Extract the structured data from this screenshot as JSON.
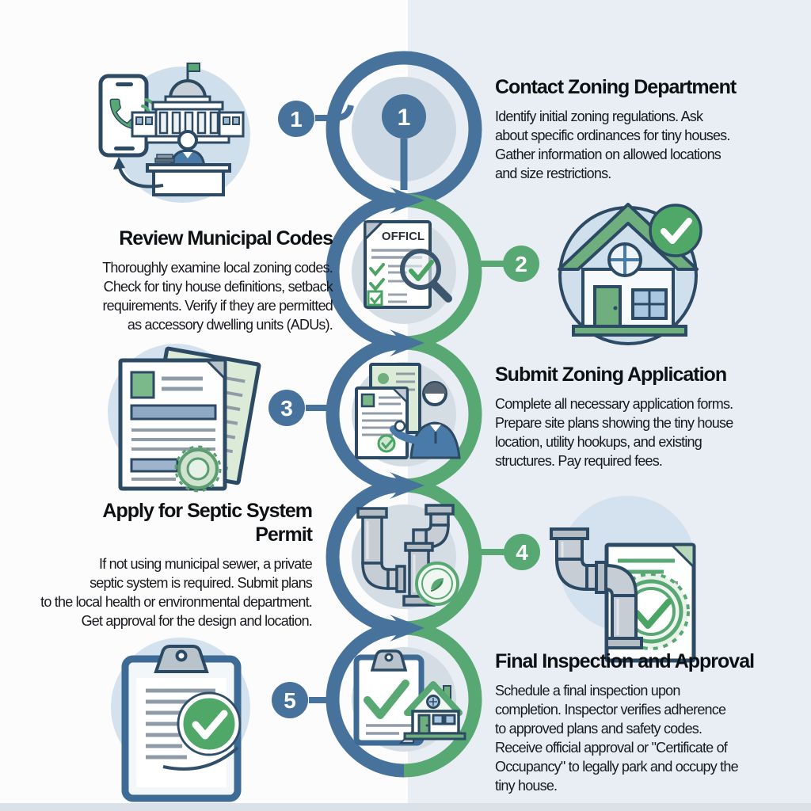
{
  "title": "Tiny house zoning and permitting process infographic",
  "document_label": "OFFICL",
  "steps": [
    {
      "number": "1",
      "title": "Contact Zoning Department",
      "side": "right",
      "marker_color": "#46729b",
      "lines": [
        "Identify initial zoning regulations. Ask",
        "about specific ordinances for tiny houses.",
        "Gather information on allowed locations",
        "and size restrictions."
      ]
    },
    {
      "number": "2",
      "title": "Review Municipal Codes",
      "side": "left",
      "marker_color": "#58a873",
      "lines": [
        "Thoroughly examine local zoning codes.",
        "Check for tiny house definitions, setback",
        "requirements. Verify if they are permitted",
        "as accessory dwelling units (ADUs)."
      ]
    },
    {
      "number": "3",
      "title": "Submit Zoning Application",
      "side": "right",
      "marker_color": "#46729b",
      "lines": [
        "Complete all necessary application forms.",
        "Prepare site plans showing the tiny house",
        "location, utility hookups, and existing",
        "structures. Pay required fees."
      ]
    },
    {
      "number": "4",
      "title": "Apply for Septic System Permit",
      "side": "left",
      "marker_color": "#58a873",
      "lines": [
        "If not using municipal sewer, a private",
        "septic system is required. Submit plans",
        "to the local health or environmental department.",
        "Get approval for the design and location."
      ]
    },
    {
      "number": "5",
      "title": "Final Inspection and Approval",
      "side": "right",
      "marker_color": "#46729b",
      "lines": [
        "Schedule a final inspection upon",
        "completion. Inspector verifies adherence",
        "to approved plans and safety codes.",
        "Receive official approval or \"Certificate of",
        "Occupancy\" to legally park and occupy the",
        "tiny house."
      ]
    }
  ],
  "icons": {
    "step1_side": "phone-call-government-building-clerk-icon",
    "step2_node": "official-document-magnifier-check-icon",
    "step2_side": "approved-house-icon",
    "step3_side": "documents-stack-icon",
    "step3_node": "application-forms-person-icon",
    "step4_node": "septic-pipes-approval-stamp-icon",
    "step4_side": "pipes-approved-document-icon",
    "step5_side": "clipboard-approved-icon",
    "step5_node": "inspection-clipboard-house-icon"
  },
  "colors": {
    "timeline_blue": "#46729b",
    "timeline_green": "#58a873",
    "outline_navy": "#2c4a63",
    "check_green": "#4aa564",
    "icon_circle_blue": "#cfe0ec",
    "icon_circle_gray": "#d3e2ee",
    "inner_circle": "#d4dce4",
    "background_left": "#fcfcfd",
    "background_right": "#e9eef4"
  }
}
